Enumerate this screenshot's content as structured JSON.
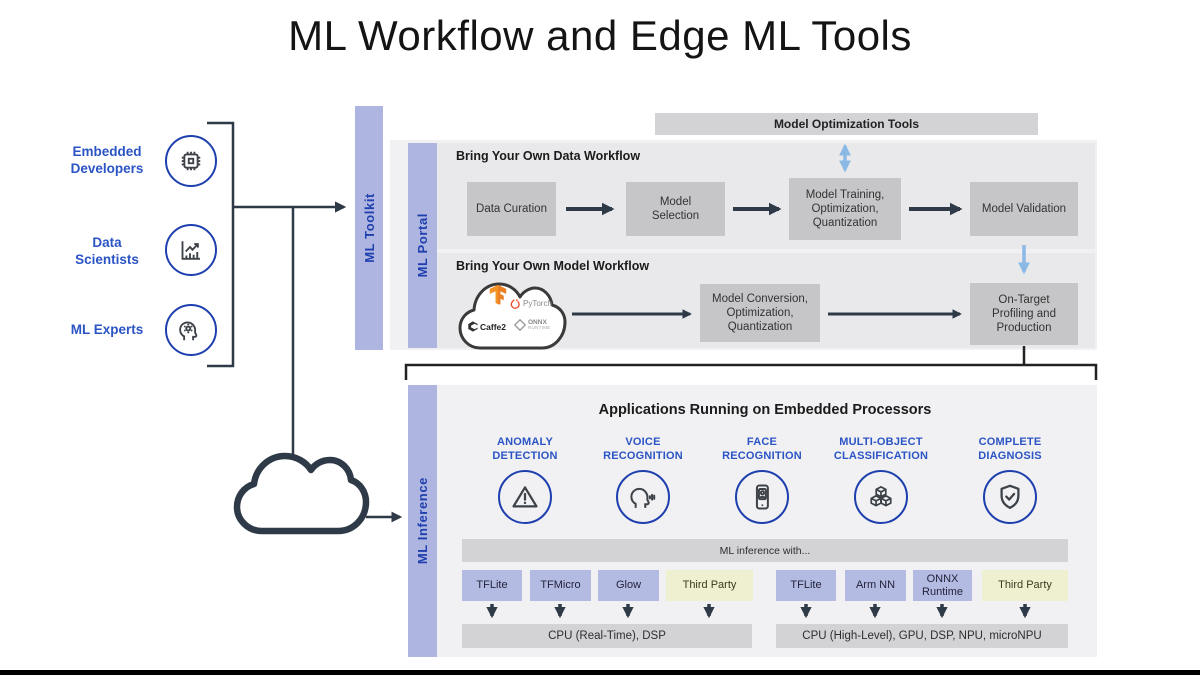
{
  "title": "ML Workflow and Edge ML Tools",
  "actors": {
    "items": [
      {
        "label": "Embedded\nDevelopers",
        "icon": "chip-icon"
      },
      {
        "label": "Data\nScientists",
        "icon": "chart-icon"
      },
      {
        "label": "ML Experts",
        "icon": "head-gear-icon"
      }
    ]
  },
  "ml_toolkit": {
    "label": "ML Toolkit",
    "optimization_banner": "Model Optimization Tools",
    "ml_portal": {
      "label": "ML Portal",
      "data_workflow": {
        "heading": "Bring Your Own Data Workflow",
        "steps": [
          "Data Curation",
          "Model\nSelection",
          "Model Training,\nOptimization,\nQuantization",
          "Model Validation"
        ]
      },
      "model_workflow": {
        "heading": "Bring Your Own Model Workflow",
        "frameworks": {
          "pytorch": "PyTorch",
          "caffe2": "Caffe2",
          "onnx_line1": "ONNX",
          "onnx_line2": "RUNTIME"
        },
        "steps": [
          "Model Conversion,\nOptimization,\nQuantization",
          "On-Target\nProfiling and\nProduction"
        ]
      }
    }
  },
  "ml_inference": {
    "label": "ML Inference",
    "heading": "Applications Running on Embedded Processors",
    "applications": [
      {
        "label": "ANOMALY\nDETECTION",
        "icon": "warning-triangle-icon"
      },
      {
        "label": "VOICE\nRECOGNITION",
        "icon": "voice-waves-icon"
      },
      {
        "label": "FACE\nRECOGNITION",
        "icon": "phone-face-icon"
      },
      {
        "label": "MULTI-OBJECT\nCLASSIFICATION",
        "icon": "cubes-icon"
      },
      {
        "label": "COMPLETE\nDIAGNOSIS",
        "icon": "shield-check-icon"
      }
    ],
    "inference_bar": "ML inference with...",
    "runtime_groups": [
      {
        "runtimes": [
          {
            "label": "TFLite",
            "third_party": false
          },
          {
            "label": "TFMicro",
            "third_party": false
          },
          {
            "label": "Glow",
            "third_party": false
          },
          {
            "label": "Third Party",
            "third_party": true
          }
        ],
        "target": "CPU (Real-Time), DSP"
      },
      {
        "runtimes": [
          {
            "label": "TFLite",
            "third_party": false
          },
          {
            "label": "Arm NN",
            "third_party": false
          },
          {
            "label": "ONNX\nRuntime",
            "third_party": false
          },
          {
            "label": "Third Party",
            "third_party": true
          }
        ],
        "target": "CPU (High-Level), GPU, DSP, NPU, microNPU"
      }
    ]
  },
  "colors": {
    "accent_blue_text": "#2b54c4",
    "vertical_bar_lavender": "#aeb5e0",
    "runtime_chip_lavender": "#b4bbe3",
    "third_party_yellow": "#eef0cf",
    "process_box_gray": "#c6c6c8",
    "banner_gray": "#d3d3d6",
    "panel_gray": "#f1f1f3",
    "arrow_dark": "#2e3a47",
    "arrow_light_blue": "#8ab9e6"
  }
}
